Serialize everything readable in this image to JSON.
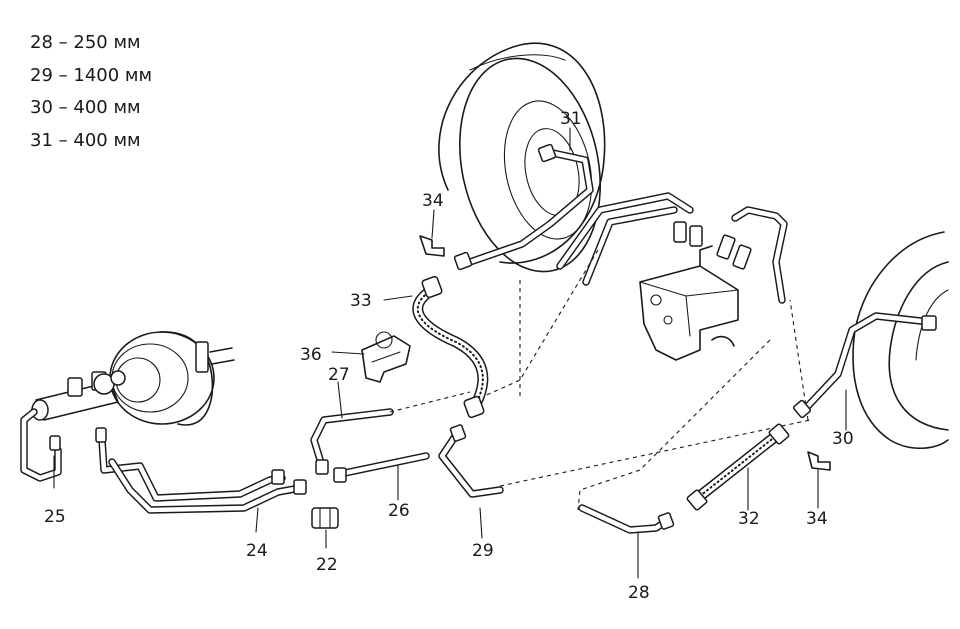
{
  "specs": [
    {
      "part": "28",
      "length": "250",
      "unit": "мм"
    },
    {
      "part": "29",
      "length": "1400",
      "unit": "мм"
    },
    {
      "part": "30",
      "length": "400",
      "unit": "мм"
    },
    {
      "part": "31",
      "length": "400",
      "unit": "мм"
    }
  ],
  "spec_separator": "–",
  "labels": {
    "p22": "22",
    "p24": "24",
    "p25": "25",
    "p26": "26",
    "p27": "27",
    "p28": "28",
    "p29": "29",
    "p30": "30",
    "p31": "31",
    "p32": "32",
    "p33": "33",
    "p34_top": "34",
    "p34_right": "34",
    "p36": "36"
  }
}
